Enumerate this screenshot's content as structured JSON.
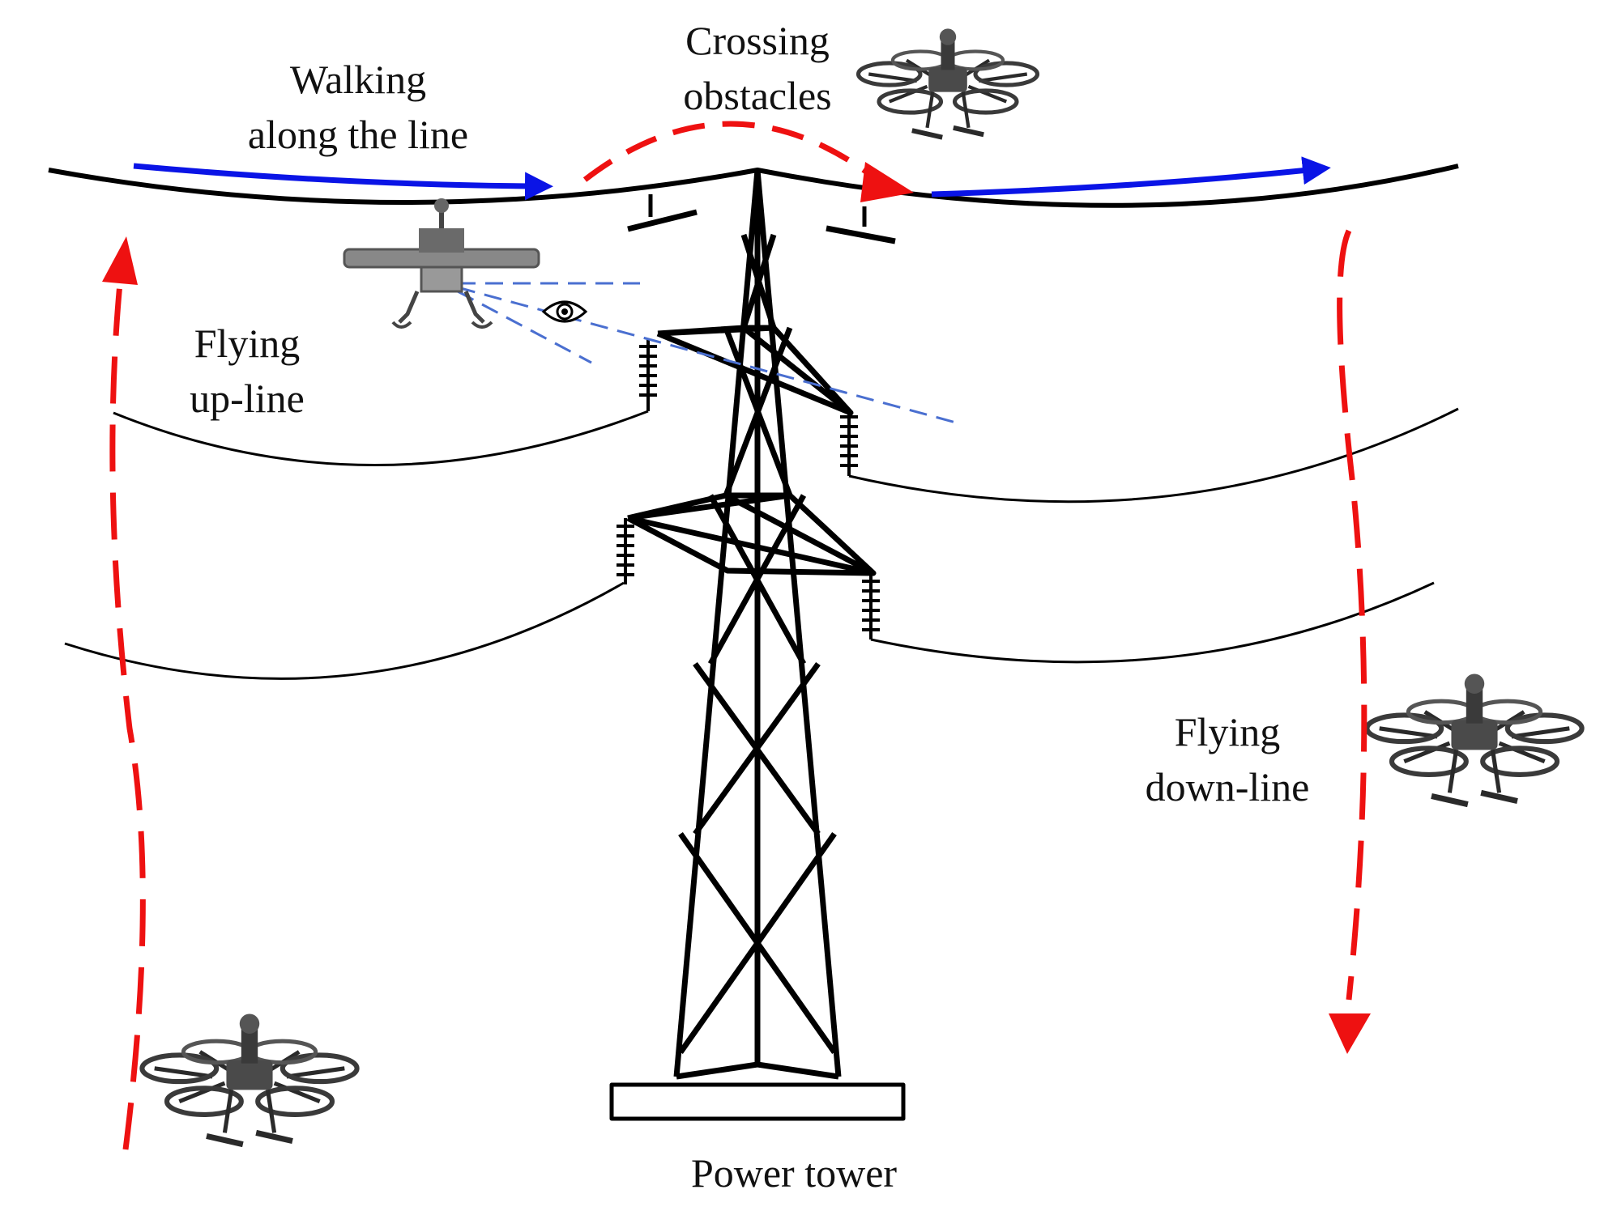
{
  "labels": {
    "walking_line1": "Walking",
    "walking_line2": "along the line",
    "crossing_line1": "Crossing",
    "crossing_line2": "obstacles",
    "flying_up_line1": "Flying",
    "flying_up_line2": "up-line",
    "flying_down_line1": "Flying",
    "flying_down_line2": "down-line",
    "power_tower": "Power tower"
  },
  "icons": {
    "drone": "hexacopter-drone-icon",
    "walking_robot": "line-walking-robot-icon",
    "eye": "eye-icon",
    "tower": "lattice-power-tower-icon"
  },
  "colors": {
    "walking_arrow": "#0a14e6",
    "flight_path": "#ee1111",
    "camera_view": "#4a6fd0",
    "lines": "#000000"
  }
}
